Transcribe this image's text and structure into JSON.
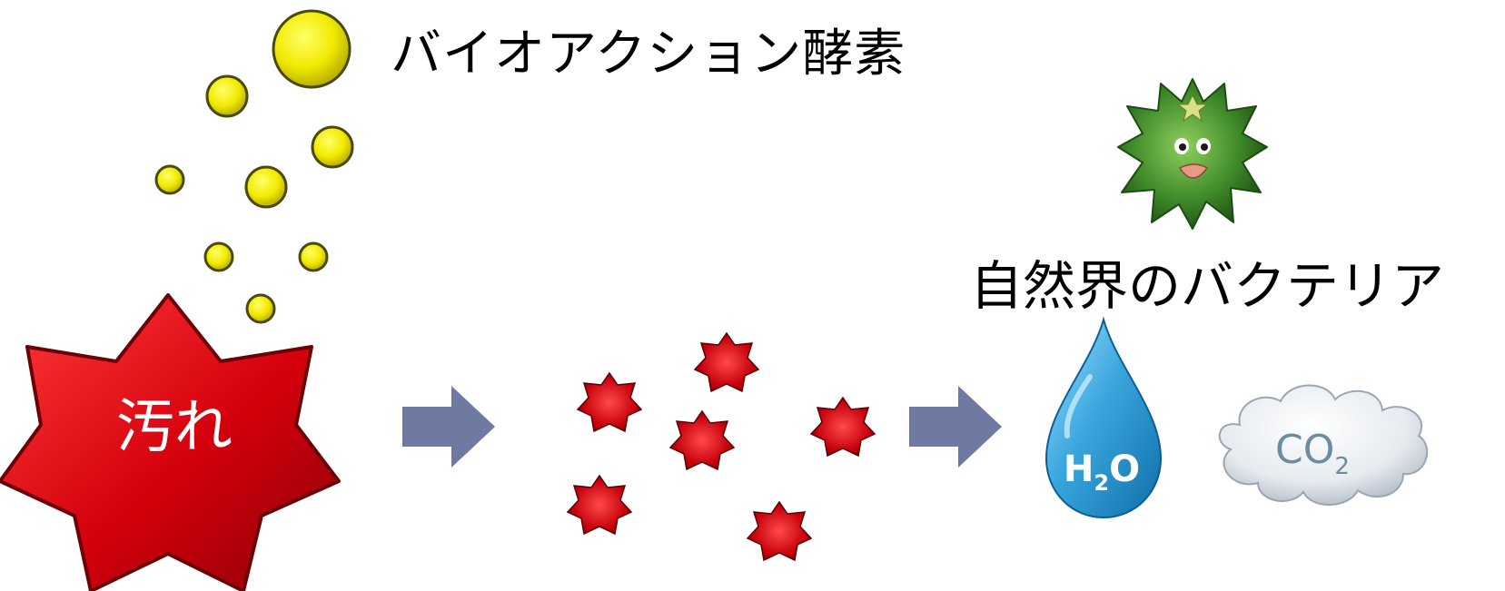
{
  "labels": {
    "enzyme": "バイオアクション酵素",
    "dirt": "汚れ",
    "bacteria": "自然界のバクテリア",
    "water_main": "H",
    "water_sub": "2",
    "water_tail": "O",
    "co2_main": "CO",
    "co2_sub": "2"
  },
  "colors": {
    "enzyme_ball": "#f2ea00",
    "dirt_red": "#d4000c",
    "arrow": "#6f7aa3",
    "water": "#3aa6de",
    "cloud": "#dfe4ea",
    "co2_text": "#6e8ca0",
    "bacteria_green": "#3f8a2a"
  },
  "icons": {
    "enzyme": "yellow-ball-icon",
    "dirt": "red-star-burst-icon",
    "fragment": "small-red-star-icon",
    "arrow": "right-arrow-icon",
    "water": "water-drop-icon",
    "co2": "cloud-icon",
    "bacteria": "bacteria-character-icon"
  }
}
